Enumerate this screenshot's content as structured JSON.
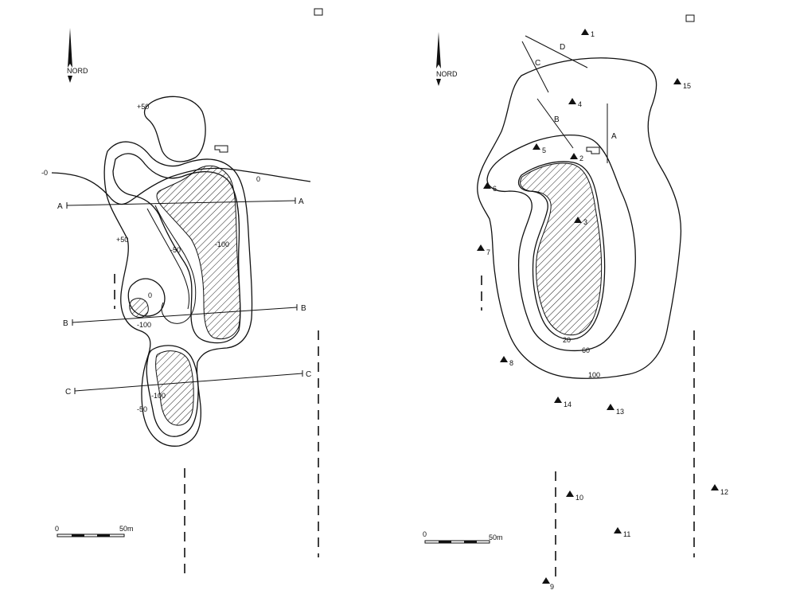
{
  "left_map": {
    "north_label": "NORD",
    "contours": {
      "c_plus50_top": "+50",
      "c_zero_left": "-0",
      "c_zero_right": "0",
      "c_plus50_mid": "+50",
      "c_minus50_mid": "-50",
      "c_minus100_mid": "-100",
      "c_zero_low": "0",
      "c_minus100_low": "-100",
      "c_minus100_bottom": "-100",
      "c_minus50_bottom": "-50"
    },
    "profiles": [
      {
        "start": "A",
        "end": "A"
      },
      {
        "start": "B",
        "end": "B"
      },
      {
        "start": "C",
        "end": "C"
      }
    ],
    "scale": {
      "zero": "0",
      "end": "50m"
    }
  },
  "right_map": {
    "north_label": "NORD",
    "contours": {
      "c20": "20",
      "c60": "60",
      "c100": "100"
    },
    "profiles": {
      "A": "A",
      "B": "B",
      "C": "C",
      "D": "D"
    },
    "stations": [
      "1",
      "2",
      "3",
      "4",
      "5",
      "6",
      "7",
      "8",
      "9",
      "10",
      "11",
      "12",
      "13",
      "14",
      "15"
    ],
    "scale": {
      "zero": "0",
      "end": "50m"
    }
  }
}
